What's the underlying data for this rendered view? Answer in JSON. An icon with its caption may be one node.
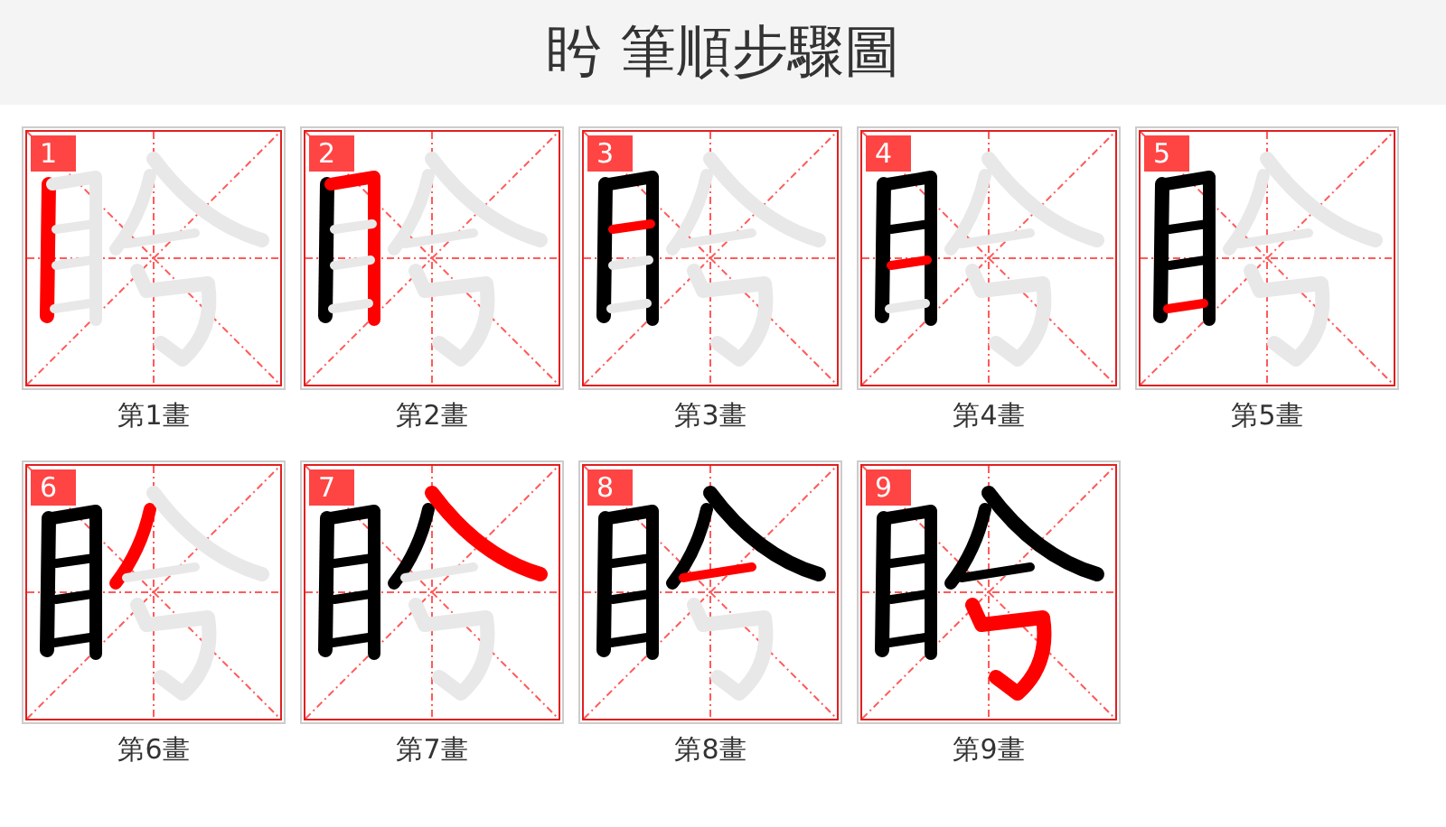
{
  "diagram": {
    "title": "盻 筆順步驟圖",
    "nodes": [
      {
        "text": [
          "1"
        ],
        "beside": [
          "第1畫"
        ]
      },
      {
        "text": [
          "2"
        ],
        "beside": [
          "第2畫"
        ]
      },
      {
        "text": [
          "3"
        ],
        "beside": [
          "第3畫"
        ]
      },
      {
        "text": [
          "4"
        ],
        "beside": [
          "第4畫"
        ]
      },
      {
        "text": [
          "5"
        ],
        "beside": [
          "第5畫"
        ]
      },
      {
        "text": [
          "6"
        ],
        "beside": [
          "第6畫"
        ]
      },
      {
        "text": [
          "7"
        ],
        "beside": [
          "第7畫"
        ]
      },
      {
        "text": [
          "8"
        ],
        "beside": [
          "第8畫"
        ]
      },
      {
        "text": [
          "9"
        ],
        "beside": [
          "第9畫"
        ]
      }
    ]
  }
}
